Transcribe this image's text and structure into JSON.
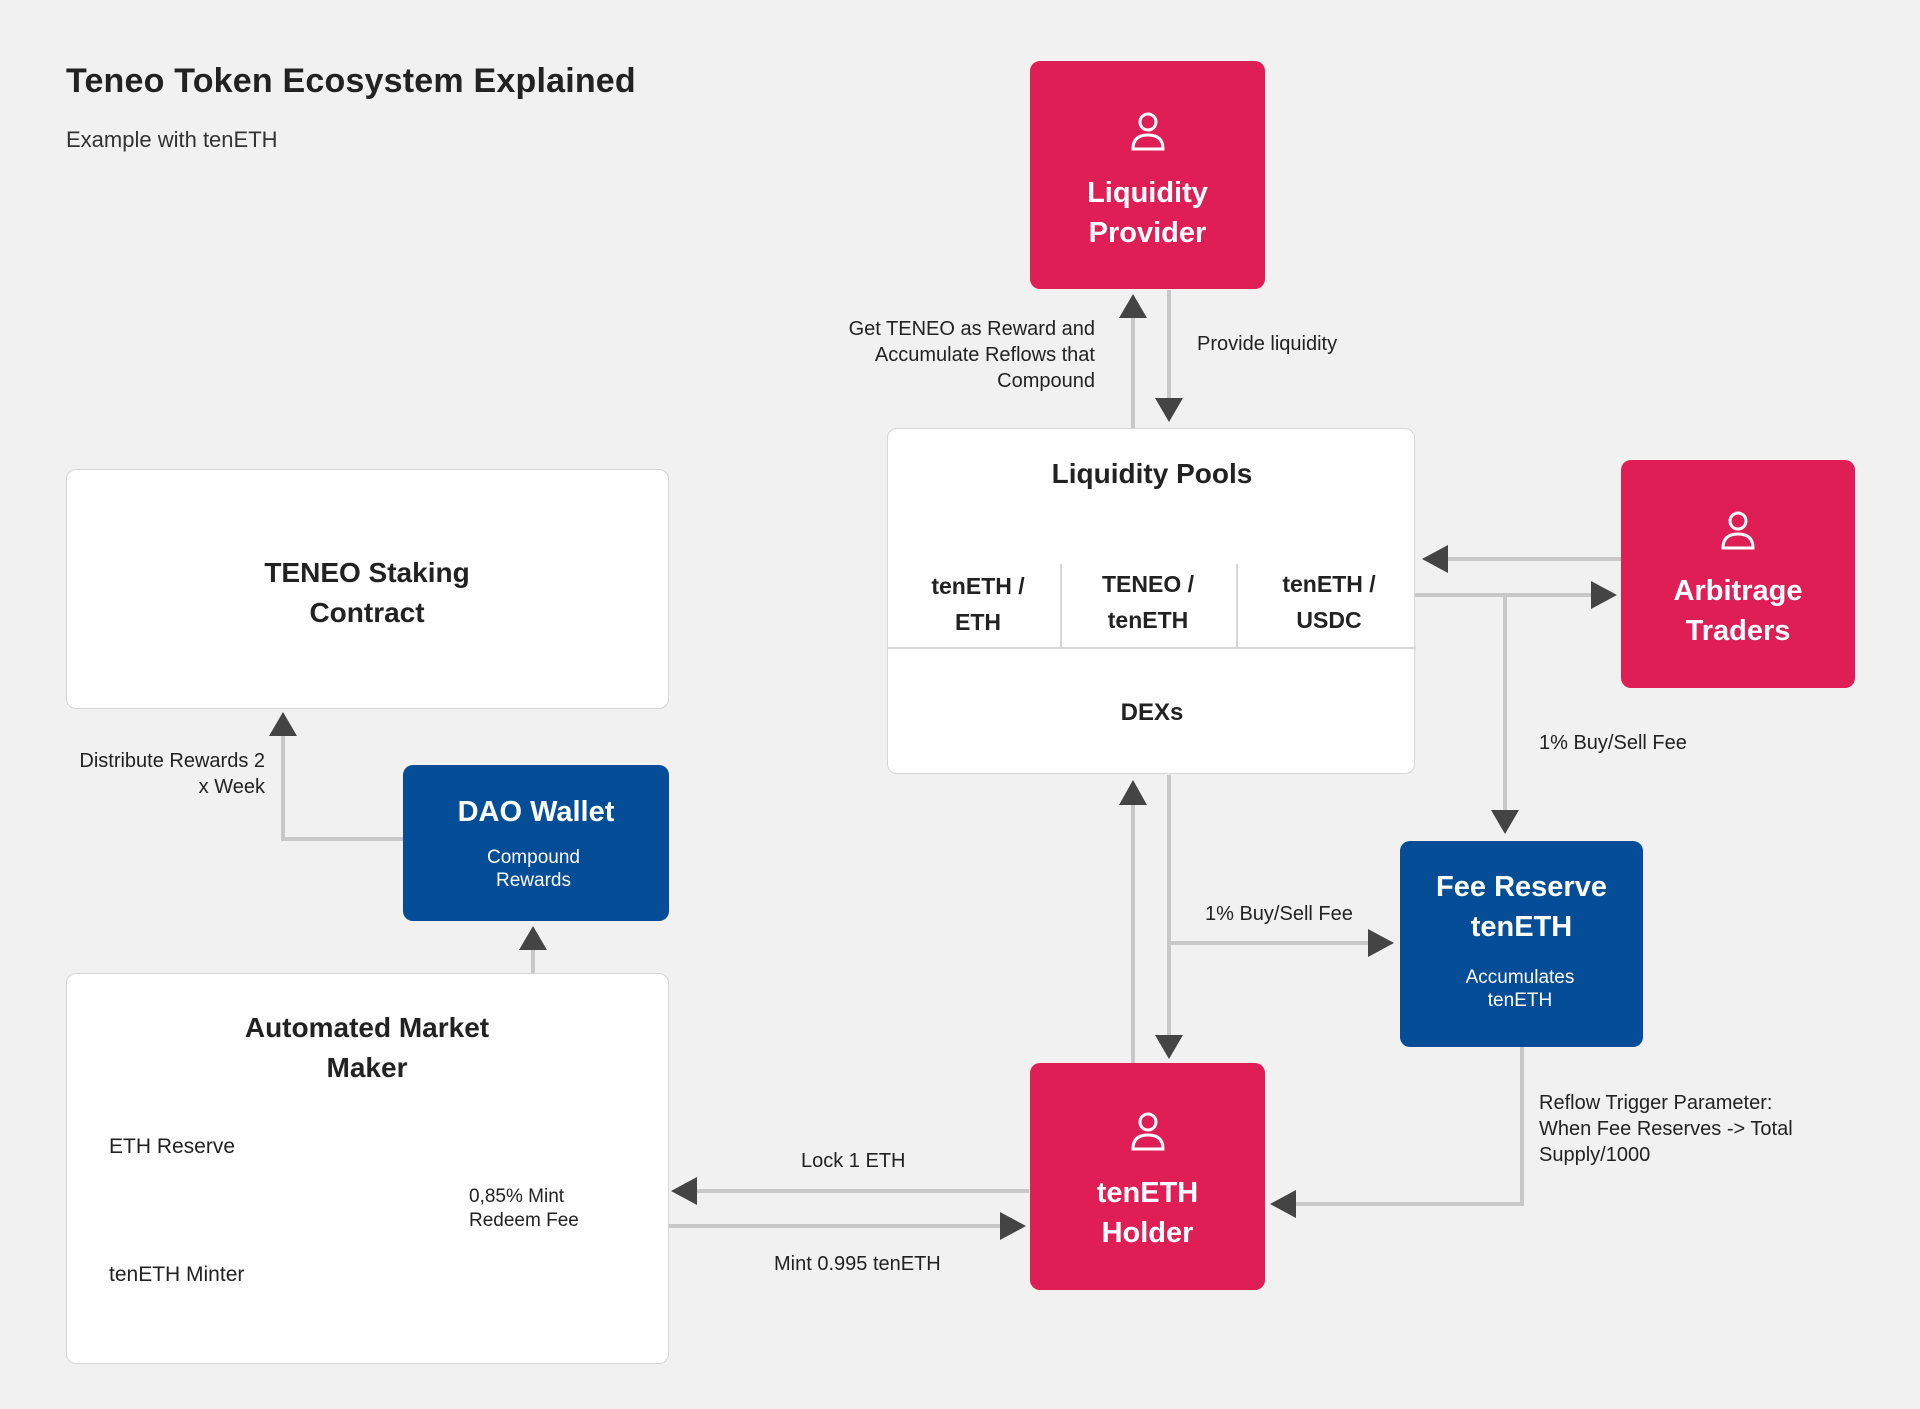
{
  "header": {
    "title": "Teneo Token Ecosystem Explained",
    "subtitle": "Example with tenETH"
  },
  "nodes": {
    "liquidity_provider": "Liquidity Provider",
    "liquidity_pools": "Liquidity Pools",
    "pool_pairs": [
      "tenETH / ETH",
      "TENEO / tenETH",
      "tenETH / USDC"
    ],
    "dexs": "DEXs",
    "arbitrage_traders": "Arbitrage Traders",
    "staking_contract": "TENEO Staking Contract",
    "dao_wallet": {
      "title": "DAO Wallet",
      "sub": "Compound Rewards"
    },
    "amm": {
      "title": "Automated Market Maker",
      "eth_reserve": "ETH Reserve",
      "minter": "tenETH Minter"
    },
    "fee_reserve": {
      "title": "Fee Reserve tenETH",
      "sub": "Accumulates tenETH"
    },
    "holder": "tenETH Holder"
  },
  "edges": {
    "get_teneo": "Get TENEO as Reward and Accumulate Reflows that Compound",
    "provide_liquidity": "Provide liquidity",
    "distribute_rewards": "Distribute Rewards 2 x Week",
    "fee_right": "1% Buy/Sell Fee",
    "fee_center": "1% Buy/Sell Fee",
    "reflow": "Reflow Trigger Parameter: When Fee Reserves -> Total Supply/1000",
    "lock_eth": "Lock 1 ETH",
    "mint": "Mint 0.995 tenETH",
    "mint_fee": "0,85% Mint Redeem Fee"
  },
  "colors": {
    "red": "#e01e56",
    "blue": "#054e97",
    "line": "#c8c8c8",
    "arrowhead": "#444444",
    "background": "#f1f1f1"
  },
  "icons": [
    "person-icon"
  ]
}
